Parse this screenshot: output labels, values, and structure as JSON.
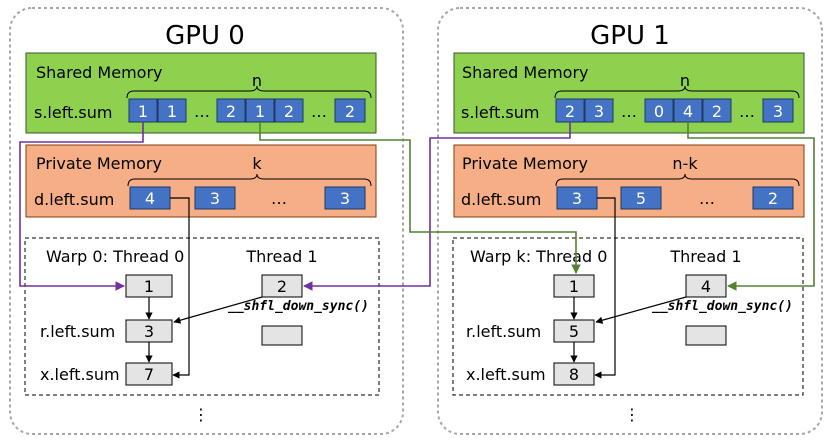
{
  "gpus": [
    {
      "title": "GPU 0",
      "shared_memory": {
        "title": "Shared Memory",
        "var_label": "s.left.sum",
        "size_label": "n",
        "cells": [
          "1",
          "1",
          "…",
          "2",
          "1",
          "2",
          "…",
          "2"
        ]
      },
      "private_memory": {
        "title": "Private Memory",
        "var_label": "d.left.sum",
        "size_label": "k",
        "cells": [
          "4",
          "3",
          "…",
          "3"
        ]
      },
      "warp": {
        "label": "Warp 0: Thread 0",
        "thread0_values": [
          "1",
          "3",
          "7"
        ],
        "row_labels": [
          "r.left.sum",
          "x.left.sum"
        ],
        "thread1_label": "Thread 1",
        "thread1_value": "2",
        "thread1_empty": "",
        "shuffle_fn": "__shfl_down_sync()"
      },
      "ellipsis": "⋮"
    },
    {
      "title": "GPU 1",
      "shared_memory": {
        "title": "Shared Memory",
        "var_label": "s.left.sum",
        "size_label": "n",
        "cells": [
          "2",
          "3",
          "…",
          "0",
          "4",
          "2",
          "…",
          "3"
        ]
      },
      "private_memory": {
        "title": "Private Memory",
        "var_label": "d.left.sum",
        "size_label": "n-k",
        "cells": [
          "3",
          "5",
          "…",
          "2"
        ]
      },
      "warp": {
        "label": "Warp k: Thread 0",
        "thread0_values": [
          "1",
          "5",
          "8"
        ],
        "row_labels": [
          "r.left.sum",
          "x.left.sum"
        ],
        "thread1_label": "Thread 1",
        "thread1_value": "4",
        "thread1_empty": "",
        "shuffle_fn": "__shfl_down_sync()"
      },
      "ellipsis": "⋮"
    }
  ],
  "colors": {
    "shared_bg": "#8dd14f",
    "private_bg": "#f5ae85",
    "cell_blue": "#4472c4",
    "thread_cell": "#e4e4e4",
    "arrow_purple": "#7030a0",
    "arrow_green": "#548235"
  }
}
